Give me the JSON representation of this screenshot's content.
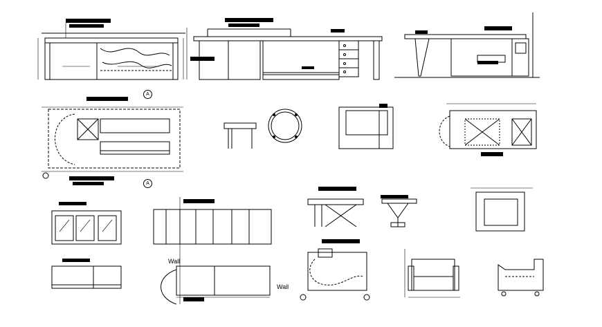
{
  "drawing": {
    "background": "#ffffff",
    "line_color": "#000000",
    "wall_label_left": "Wall",
    "wall_label_right": "Wall",
    "section_marker_top": "A",
    "section_marker_bottom": "A"
  }
}
